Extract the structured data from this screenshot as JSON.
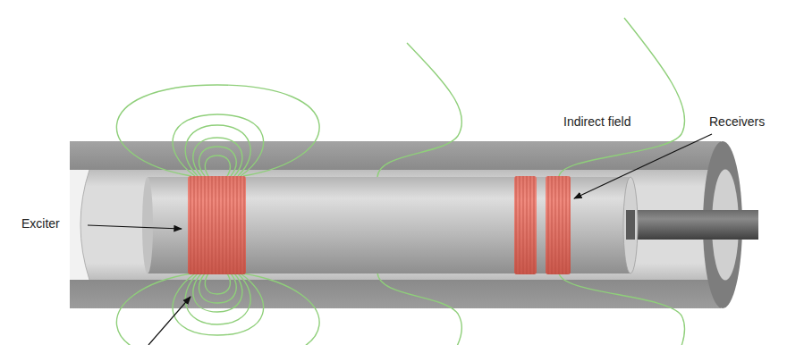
{
  "diagram": {
    "labels": [
      "Exciter",
      "Indirect field",
      "Receivers"
    ]
  }
}
